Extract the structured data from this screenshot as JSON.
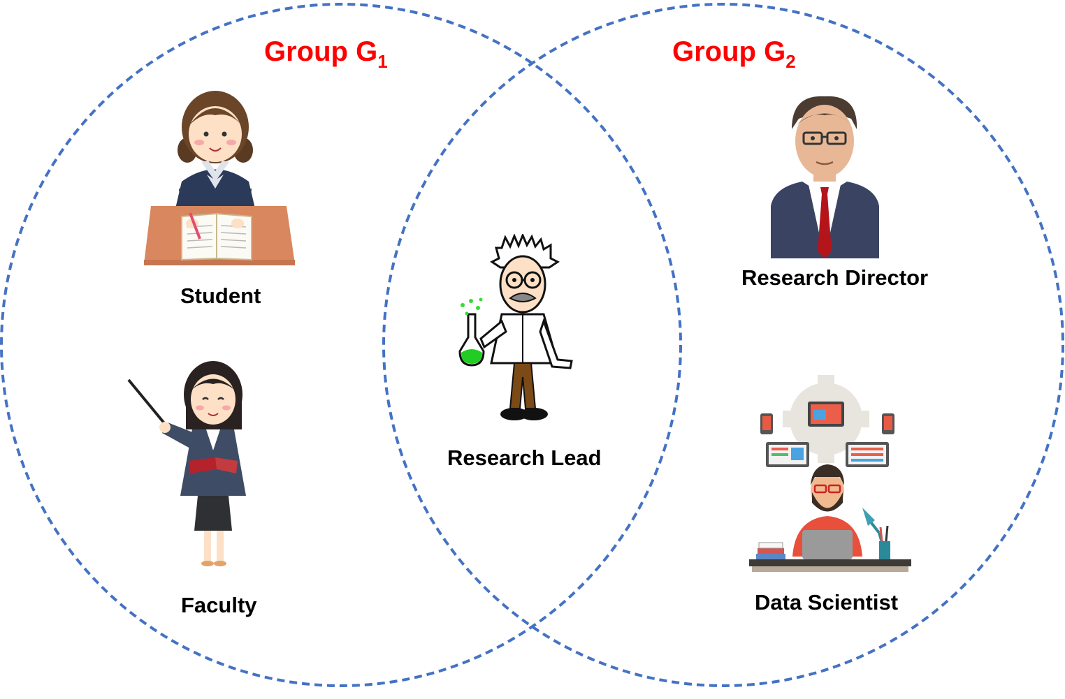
{
  "groups": [
    {
      "title_main": "Group G",
      "title_sub": "1",
      "outline_color": "#4472c4"
    },
    {
      "title_main": "Group G",
      "title_sub": "2",
      "outline_color": "#4472c4"
    }
  ],
  "roles": {
    "student": "Student",
    "faculty": "Faculty",
    "research_lead": "Research Lead",
    "research_director": "Research Director",
    "data_scientist": "Data Scientist"
  },
  "colors": {
    "title": "#ff0000",
    "outline": "#4472c4"
  }
}
